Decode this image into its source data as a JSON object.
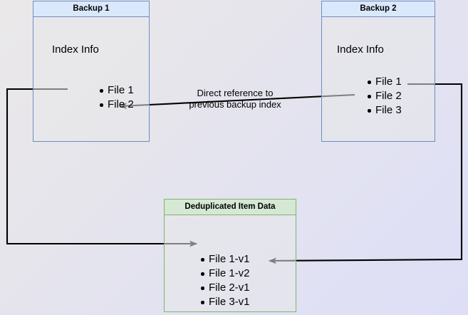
{
  "diagram": {
    "title": "Backup deduplication reference diagram",
    "colors": {
      "blue_border": "#6c8ebf",
      "blue_fill": "#dae8fc",
      "green_border": "#82b366",
      "green_fill": "#d5e8d4",
      "body_fill": "#e8e7ea",
      "edge": "#000000"
    }
  },
  "backup1": {
    "title": "Backup 1",
    "heading": "Index Info",
    "files": [
      "File 1",
      "File 2"
    ]
  },
  "backup2": {
    "title": "Backup 2",
    "heading": "Index Info",
    "files": [
      "File 1",
      "File 2",
      "File 3"
    ]
  },
  "dedup": {
    "title": "Deduplicated Item Data",
    "items": [
      "File 1-v1",
      "File 1-v2",
      "File 2-v1",
      "File 3-v1"
    ]
  },
  "edges": {
    "direct_reference_label": "Direct reference to\nprevious backup index"
  }
}
